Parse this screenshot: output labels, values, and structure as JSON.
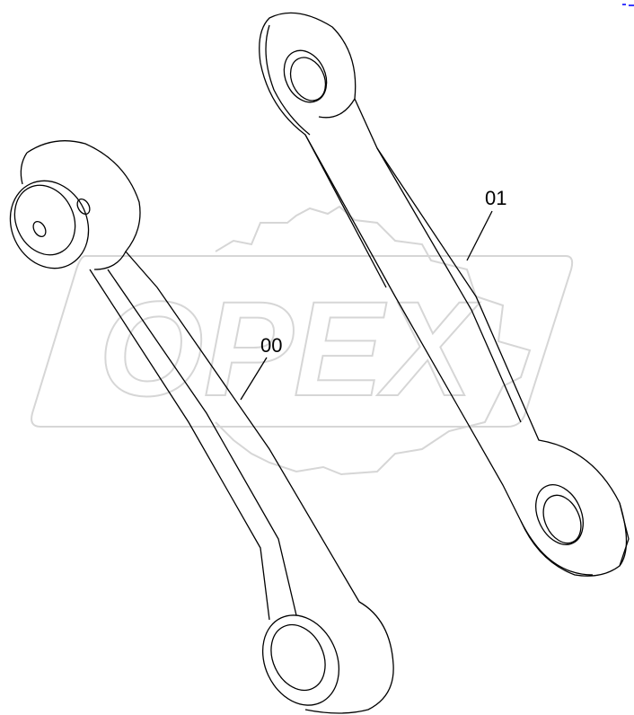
{
  "diagram": {
    "parts": [
      {
        "label": "00"
      },
      {
        "label": "01"
      }
    ],
    "watermark": {
      "text": "OPEX",
      "color": "#d8d8d8"
    },
    "line_color": "#000000",
    "corner_mark_color": "#3a3aff"
  }
}
